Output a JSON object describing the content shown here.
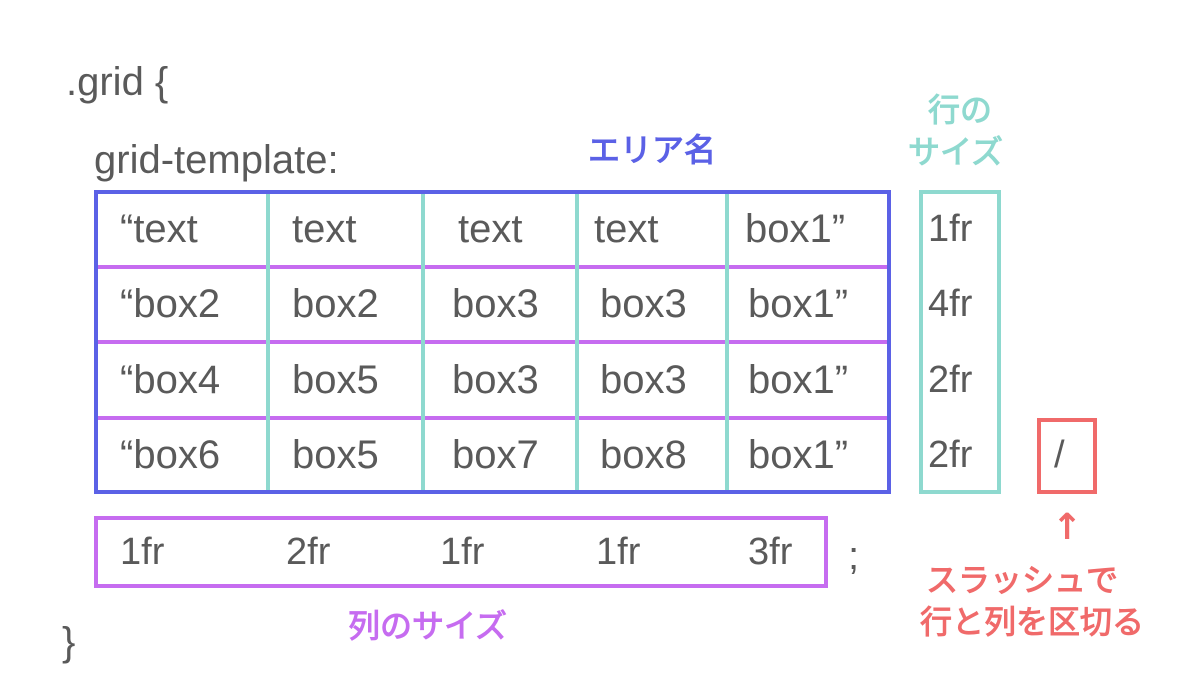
{
  "colors": {
    "area_border": "#5b61e6",
    "row_divider": "#c66cf0",
    "col_divider": "#8ed9cf",
    "row_size": "#8ed9cf",
    "col_size": "#c66cf0",
    "slash_note": "#f06a6a",
    "text": "#5a5a5a"
  },
  "code": {
    "open": ".grid {",
    "property": "grid-template:",
    "semicolon": ";",
    "close": "}"
  },
  "labels": {
    "area_name": "エリア名",
    "row_size_line1": "行の",
    "row_size_line2": "サイズ",
    "col_size": "列のサイズ",
    "slash_note_line1": "スラッシュで",
    "slash_note_line2": "行と列を区切る",
    "arrow": "↑"
  },
  "areas": [
    [
      "“text",
      "text",
      "text",
      "text",
      "box1”"
    ],
    [
      "“box2",
      "box2",
      "box3",
      "box3",
      "box1”"
    ],
    [
      "“box4",
      "box5",
      "box3",
      "box3",
      "box1”"
    ],
    [
      "“box6",
      "box5",
      "box7",
      "box8",
      "box1”"
    ]
  ],
  "row_sizes": [
    "1fr",
    "4fr",
    "2fr",
    "2fr"
  ],
  "col_sizes": [
    "1fr",
    "2fr",
    "1fr",
    "1fr",
    "3fr"
  ],
  "slash": "/"
}
